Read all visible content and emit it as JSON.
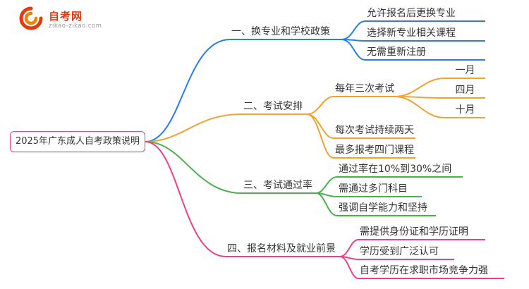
{
  "logo": {
    "title": "自考网",
    "subtitle": "zikao-zikao.com"
  },
  "root": {
    "label": "2025年广东成人自考政策说明"
  },
  "palette": {
    "branch1_blue": "#2b7ce9",
    "branch2_orange": "#f0a330",
    "branch3_green": "#4caf50",
    "branch4_pink": "#ee3f87",
    "logo_red": "#e8380d",
    "text": "#353535"
  },
  "branches": [
    {
      "label": "一、换专业和学校政策",
      "color": "#2b7ce9",
      "children": [
        {
          "label": "允许报名后更换专业"
        },
        {
          "label": "选择新专业相关课程"
        },
        {
          "label": "无需重新注册"
        }
      ]
    },
    {
      "label": "二、考试安排",
      "color": "#f0a330",
      "children": [
        {
          "label": "每年三次考试",
          "children": [
            {
              "label": "一月"
            },
            {
              "label": "四月"
            },
            {
              "label": "十月"
            }
          ]
        },
        {
          "label": "每次考试持续两天"
        },
        {
          "label": "最多报考四门课程"
        }
      ]
    },
    {
      "label": "三、考试通过率",
      "color": "#4caf50",
      "children": [
        {
          "label": "通过率在10%到30%之间"
        },
        {
          "label": "需通过多门科目"
        },
        {
          "label": "强调自学能力和坚持"
        }
      ]
    },
    {
      "label": "四、报名材料及就业前景",
      "color": "#ee3f87",
      "children": [
        {
          "label": "需提供身份证和学历证明"
        },
        {
          "label": "学历受到广泛认可"
        },
        {
          "label": "自考学历在求职市场竞争力强"
        }
      ]
    }
  ]
}
